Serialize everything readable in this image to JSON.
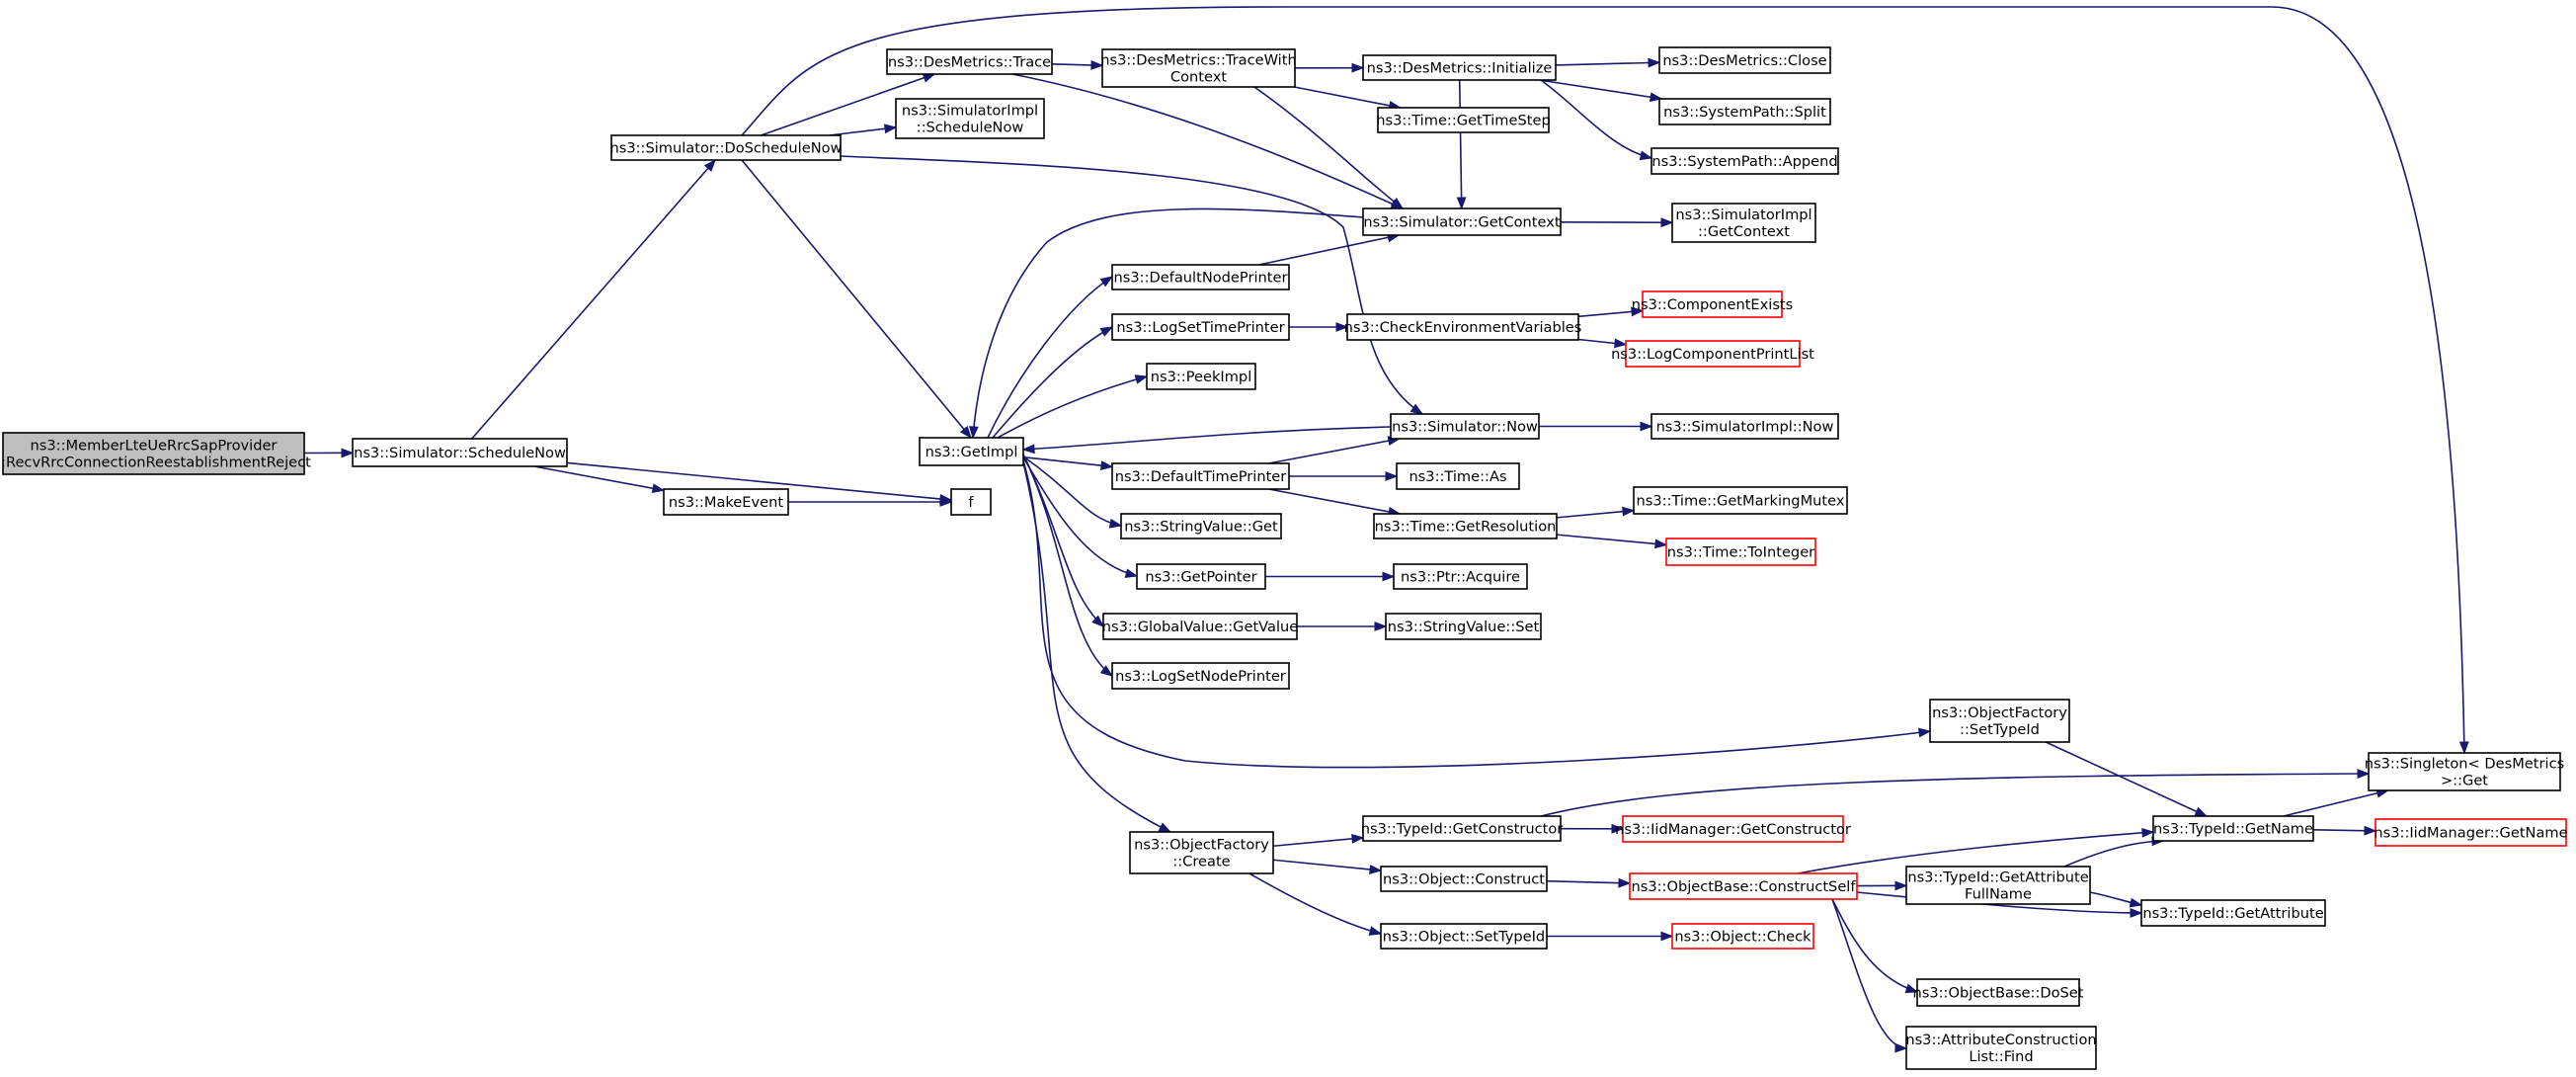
{
  "diagram": {
    "title": "",
    "nodes": [
      {
        "id": "root",
        "lines": [
          "ns3::MemberLteUeRrcSapProvider",
          "::RecvRrcConnectionReestablishmentReject"
        ],
        "root": true
      },
      {
        "id": "scheduleNow",
        "lines": [
          "ns3::Simulator::ScheduleNow"
        ]
      },
      {
        "id": "doScheduleNow",
        "lines": [
          "ns3::Simulator::DoScheduleNow"
        ]
      },
      {
        "id": "makeEvent",
        "lines": [
          "ns3::MakeEvent"
        ]
      },
      {
        "id": "f",
        "lines": [
          "f"
        ]
      },
      {
        "id": "dmTrace",
        "lines": [
          "ns3::DesMetrics::Trace"
        ]
      },
      {
        "id": "simImplSchedNow",
        "lines": [
          "ns3::SimulatorImpl",
          "::ScheduleNow"
        ]
      },
      {
        "id": "getImpl",
        "lines": [
          "ns3::GetImpl"
        ]
      },
      {
        "id": "traceWithCtx",
        "lines": [
          "ns3::DesMetrics::TraceWith",
          "Context"
        ]
      },
      {
        "id": "dmInit",
        "lines": [
          "ns3::DesMetrics::Initialize"
        ]
      },
      {
        "id": "dmClose",
        "lines": [
          "ns3::DesMetrics::Close"
        ]
      },
      {
        "id": "spSplit",
        "lines": [
          "ns3::SystemPath::Split"
        ]
      },
      {
        "id": "spAppend",
        "lines": [
          "ns3::SystemPath::Append"
        ]
      },
      {
        "id": "timeStep",
        "lines": [
          "ns3::Time::GetTimeStep"
        ]
      },
      {
        "id": "getContext",
        "lines": [
          "ns3::Simulator::GetContext"
        ]
      },
      {
        "id": "simImplGetCtx",
        "lines": [
          "ns3::SimulatorImpl",
          "::GetContext"
        ]
      },
      {
        "id": "defNodePrinter",
        "lines": [
          "ns3::DefaultNodePrinter"
        ]
      },
      {
        "id": "logSetTime",
        "lines": [
          "ns3::LogSetTimePrinter"
        ]
      },
      {
        "id": "checkEnv",
        "lines": [
          "ns3::CheckEnvironmentVariables"
        ]
      },
      {
        "id": "compExists",
        "lines": [
          "ns3::ComponentExists"
        ],
        "red": true
      },
      {
        "id": "logCompList",
        "lines": [
          "ns3::LogComponentPrintList"
        ],
        "red": true
      },
      {
        "id": "peekImpl",
        "lines": [
          "ns3::PeekImpl"
        ]
      },
      {
        "id": "simNow",
        "lines": [
          "ns3::Simulator::Now"
        ]
      },
      {
        "id": "simImplNow",
        "lines": [
          "ns3::SimulatorImpl::Now"
        ]
      },
      {
        "id": "defTimePrinter",
        "lines": [
          "ns3::DefaultTimePrinter"
        ]
      },
      {
        "id": "timeAs",
        "lines": [
          "ns3::Time::As"
        ]
      },
      {
        "id": "getRes",
        "lines": [
          "ns3::Time::GetResolution"
        ]
      },
      {
        "id": "markMutex",
        "lines": [
          "ns3::Time::GetMarkingMutex"
        ]
      },
      {
        "id": "toInteger",
        "lines": [
          "ns3::Time::ToInteger"
        ],
        "red": true
      },
      {
        "id": "strGet",
        "lines": [
          "ns3::StringValue::Get"
        ]
      },
      {
        "id": "getPointer",
        "lines": [
          "ns3::GetPointer"
        ]
      },
      {
        "id": "ptrAcquire",
        "lines": [
          "ns3::Ptr::Acquire"
        ]
      },
      {
        "id": "gvGet",
        "lines": [
          "ns3::GlobalValue::GetValue"
        ]
      },
      {
        "id": "strSet",
        "lines": [
          "ns3::StringValue::Set"
        ]
      },
      {
        "id": "logSetNode",
        "lines": [
          "ns3::LogSetNodePrinter"
        ]
      },
      {
        "id": "ofSetType",
        "lines": [
          "ns3::ObjectFactory",
          "::SetTypeId"
        ]
      },
      {
        "id": "singletonGet",
        "lines": [
          "ns3::Singleton< DesMetrics",
          ">::Get"
        ]
      },
      {
        "id": "ofCreate",
        "lines": [
          "ns3::ObjectFactory",
          "::Create"
        ]
      },
      {
        "id": "tidGetCtor",
        "lines": [
          "ns3::TypeId::GetConstructor"
        ]
      },
      {
        "id": "iidGetCtor",
        "lines": [
          "ns3::IidManager::GetConstructor"
        ],
        "red": true
      },
      {
        "id": "tidGetName",
        "lines": [
          "ns3::TypeId::GetName"
        ]
      },
      {
        "id": "iidGetName",
        "lines": [
          "ns3::IidManager::GetName"
        ],
        "red": true
      },
      {
        "id": "objConstruct",
        "lines": [
          "ns3::Object::Construct"
        ]
      },
      {
        "id": "obConstructSelf",
        "lines": [
          "ns3::ObjectBase::ConstructSelf"
        ],
        "red": true
      },
      {
        "id": "tidAttrFull",
        "lines": [
          "ns3::TypeId::GetAttribute",
          "FullName"
        ]
      },
      {
        "id": "tidGetAttr",
        "lines": [
          "ns3::TypeId::GetAttribute"
        ]
      },
      {
        "id": "objSetType",
        "lines": [
          "ns3::Object::SetTypeId"
        ]
      },
      {
        "id": "objCheck",
        "lines": [
          "ns3::Object::Check"
        ],
        "red": true
      },
      {
        "id": "obDoSet",
        "lines": [
          "ns3::ObjectBase::DoSet"
        ]
      },
      {
        "id": "acFind",
        "lines": [
          "ns3::AttributeConstruction",
          "List::Find"
        ]
      }
    ],
    "edges": [
      [
        "root",
        "scheduleNow"
      ],
      [
        "scheduleNow",
        "doScheduleNow"
      ],
      [
        "scheduleNow",
        "makeEvent"
      ],
      [
        "scheduleNow",
        "f"
      ],
      [
        "makeEvent",
        "f"
      ],
      [
        "doScheduleNow",
        "dmTrace"
      ],
      [
        "doScheduleNow",
        "simImplSchedNow"
      ],
      [
        "doScheduleNow",
        "getImpl"
      ],
      [
        "doScheduleNow",
        "simNow"
      ],
      [
        "doScheduleNow",
        "singletonGet"
      ],
      [
        "dmTrace",
        "traceWithCtx"
      ],
      [
        "dmTrace",
        "getContext"
      ],
      [
        "traceWithCtx",
        "dmInit"
      ],
      [
        "traceWithCtx",
        "timeStep"
      ],
      [
        "traceWithCtx",
        "getContext"
      ],
      [
        "dmInit",
        "dmClose"
      ],
      [
        "dmInit",
        "spSplit"
      ],
      [
        "dmInit",
        "spAppend"
      ],
      [
        "dmInit",
        "getContext"
      ],
      [
        "getContext",
        "simImplGetCtx"
      ],
      [
        "getContext",
        "getImpl"
      ],
      [
        "getImpl",
        "defNodePrinter"
      ],
      [
        "getImpl",
        "logSetTime"
      ],
      [
        "getImpl",
        "peekImpl"
      ],
      [
        "getImpl",
        "defTimePrinter"
      ],
      [
        "getImpl",
        "strGet"
      ],
      [
        "getImpl",
        "getPointer"
      ],
      [
        "getImpl",
        "gvGet"
      ],
      [
        "getImpl",
        "logSetNode"
      ],
      [
        "getImpl",
        "ofSetType"
      ],
      [
        "getImpl",
        "ofCreate"
      ],
      [
        "simNow",
        "getImpl"
      ],
      [
        "simNow",
        "simImplNow"
      ],
      [
        "defNodePrinter",
        "getContext"
      ],
      [
        "logSetTime",
        "checkEnv"
      ],
      [
        "checkEnv",
        "compExists"
      ],
      [
        "checkEnv",
        "logCompList"
      ],
      [
        "defTimePrinter",
        "simNow"
      ],
      [
        "defTimePrinter",
        "timeAs"
      ],
      [
        "defTimePrinter",
        "getRes"
      ],
      [
        "getRes",
        "markMutex"
      ],
      [
        "getRes",
        "toInteger"
      ],
      [
        "getPointer",
        "ptrAcquire"
      ],
      [
        "gvGet",
        "strSet"
      ],
      [
        "ofSetType",
        "tidGetName"
      ],
      [
        "ofCreate",
        "tidGetCtor"
      ],
      [
        "ofCreate",
        "objConstruct"
      ],
      [
        "ofCreate",
        "objSetType"
      ],
      [
        "tidGetCtor",
        "singletonGet"
      ],
      [
        "tidGetCtor",
        "iidGetCtor"
      ],
      [
        "tidGetName",
        "singletonGet"
      ],
      [
        "tidGetName",
        "iidGetName"
      ],
      [
        "objConstruct",
        "obConstructSelf"
      ],
      [
        "obConstructSelf",
        "tidGetName"
      ],
      [
        "obConstructSelf",
        "tidAttrFull"
      ],
      [
        "obConstructSelf",
        "tidGetAttr"
      ],
      [
        "obConstructSelf",
        "obDoSet"
      ],
      [
        "obConstructSelf",
        "acFind"
      ],
      [
        "tidAttrFull",
        "tidGetName"
      ],
      [
        "tidAttrFull",
        "tidGetAttr"
      ],
      [
        "objSetType",
        "objCheck"
      ]
    ]
  },
  "colors": {
    "edge": "#191970",
    "root_fill": "#bfbfbf",
    "node_fill": "#ffffff",
    "node_border": "#000000",
    "error_border": "#ff0000"
  }
}
